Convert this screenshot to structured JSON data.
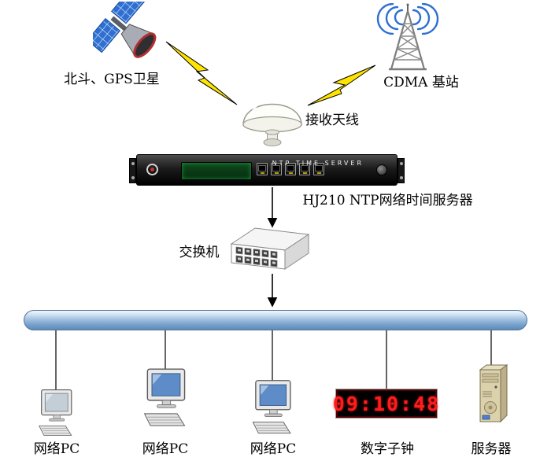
{
  "diagram": {
    "satellite": {
      "label": "北斗、GPS卫星"
    },
    "cdma_station": {
      "label": "CDMA 基站"
    },
    "antenna": {
      "label": "接收天线"
    },
    "ntp_server": {
      "label": "HJ210 NTP网络时间服务器",
      "panel_text": "NTP TIME SERVER"
    },
    "switch": {
      "label": "交换机"
    },
    "pc1": {
      "label": "网络PC"
    },
    "pc2": {
      "label": "网络PC"
    },
    "pc3": {
      "label": "网络PC"
    },
    "digital_clock": {
      "label": "数字子钟",
      "time": "09:10:48"
    },
    "server": {
      "label": "服务器"
    }
  },
  "colors": {
    "lightning_yellow": "#ffe400",
    "clock_digit_red": "#ff1c1c",
    "bus_blue": "#7aa3cc",
    "radio_wave_blue": "#2e6fd0",
    "solar_panel_blue": "#2f6fd0"
  }
}
